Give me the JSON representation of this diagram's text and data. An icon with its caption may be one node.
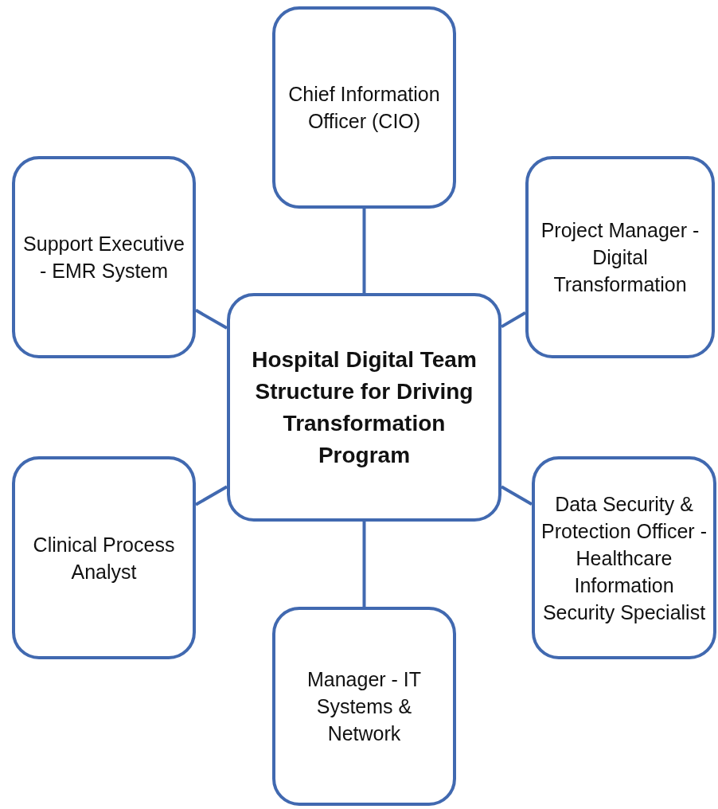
{
  "diagram": {
    "nodes": [
      {
        "text": [
          "Chief Information Officer (CIO)"
        ]
      },
      {
        "text": [
          "Support Executive - EMR System"
        ]
      },
      {
        "text": [
          "Project Manager - Digital Transformation"
        ]
      },
      {
        "text": [
          "Hospital Digital Team Structure for Driving Transformation Program"
        ]
      },
      {
        "text": [
          "Clinical Process Analyst"
        ]
      },
      {
        "text": [
          "Data Security & Protection Officer - Healthcare Information Security Specialist"
        ]
      },
      {
        "text": [
          "Manager - IT Systems & Network"
        ]
      }
    ],
    "edges": [
      {
        "from": 3,
        "to": 0,
        "arrow": "none"
      },
      {
        "from": 3,
        "to": 1,
        "arrow": "none"
      },
      {
        "from": 3,
        "to": 2,
        "arrow": "none"
      },
      {
        "from": 3,
        "to": 4,
        "arrow": "none"
      },
      {
        "from": 3,
        "to": 5,
        "arrow": "none"
      },
      {
        "from": 3,
        "to": 6,
        "arrow": "none"
      }
    ]
  }
}
